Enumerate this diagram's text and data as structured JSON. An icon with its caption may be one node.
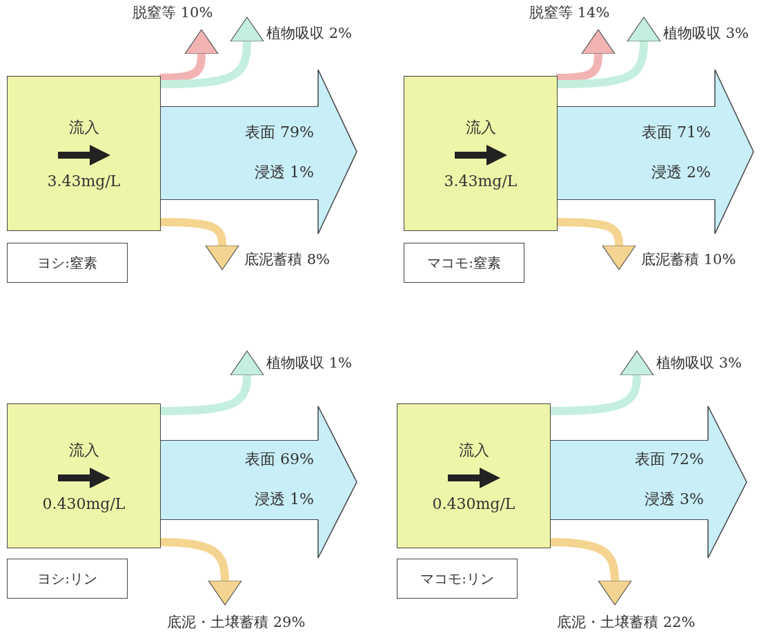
{
  "diagram": {
    "nodes": [
      {
        "text": [
          "流入",
          "3.43mg/L"
        ]
      },
      {
        "text": [
          "表面 79%",
          "浸透 1%"
        ]
      },
      {
        "text": [
          "ヨシ:窒素"
        ]
      },
      {
        "text": [
          "流入",
          "3.43mg/L"
        ]
      },
      {
        "text": [
          "表面 71%",
          "浸透 2%"
        ]
      },
      {
        "text": [
          "マコモ:窒素"
        ]
      },
      {
        "text": [
          "流入",
          "0.430mg/L"
        ]
      },
      {
        "text": [
          "表面 69%",
          "浸透 1%"
        ]
      },
      {
        "text": [
          "ヨシ:リン"
        ]
      },
      {
        "text": [
          "流入",
          "0.430mg/L"
        ]
      },
      {
        "text": [
          "表面 72%",
          "浸透 3%"
        ]
      },
      {
        "text": [
          "マコモ:リン"
        ]
      }
    ],
    "edges": [
      {
        "from": 0,
        "to": null,
        "arrow": "to",
        "label": "脱窒等 10%",
        "color": "#f2b3b3"
      },
      {
        "from": 0,
        "to": null,
        "arrow": "to",
        "label": "植物吸収 2%",
        "color": "#c4efde"
      },
      {
        "from": 0,
        "to": null,
        "arrow": "to",
        "label": "底泥蓄積 8%",
        "color": "#f4d490"
      },
      {
        "from": 3,
        "to": null,
        "arrow": "to",
        "label": "脱窒等 14%",
        "color": "#f2b3b3"
      },
      {
        "from": 3,
        "to": null,
        "arrow": "to",
        "label": "植物吸収 3%",
        "color": "#c4efde"
      },
      {
        "from": 3,
        "to": null,
        "arrow": "to",
        "label": "底泥蓄積 10%",
        "color": "#f4d490"
      },
      {
        "from": 6,
        "to": null,
        "arrow": "to",
        "label": "植物吸収 1%",
        "color": "#c4efde"
      },
      {
        "from": 6,
        "to": null,
        "arrow": "to",
        "label": "底泥・土壌蓄積 29%",
        "color": "#f4d490"
      },
      {
        "from": 9,
        "to": null,
        "arrow": "to",
        "label": "植物吸収 3%",
        "color": "#c4efde"
      },
      {
        "from": 9,
        "to": null,
        "arrow": "to",
        "label": "底泥・土壌蓄積 22%",
        "color": "#f4d490"
      }
    ]
  }
}
